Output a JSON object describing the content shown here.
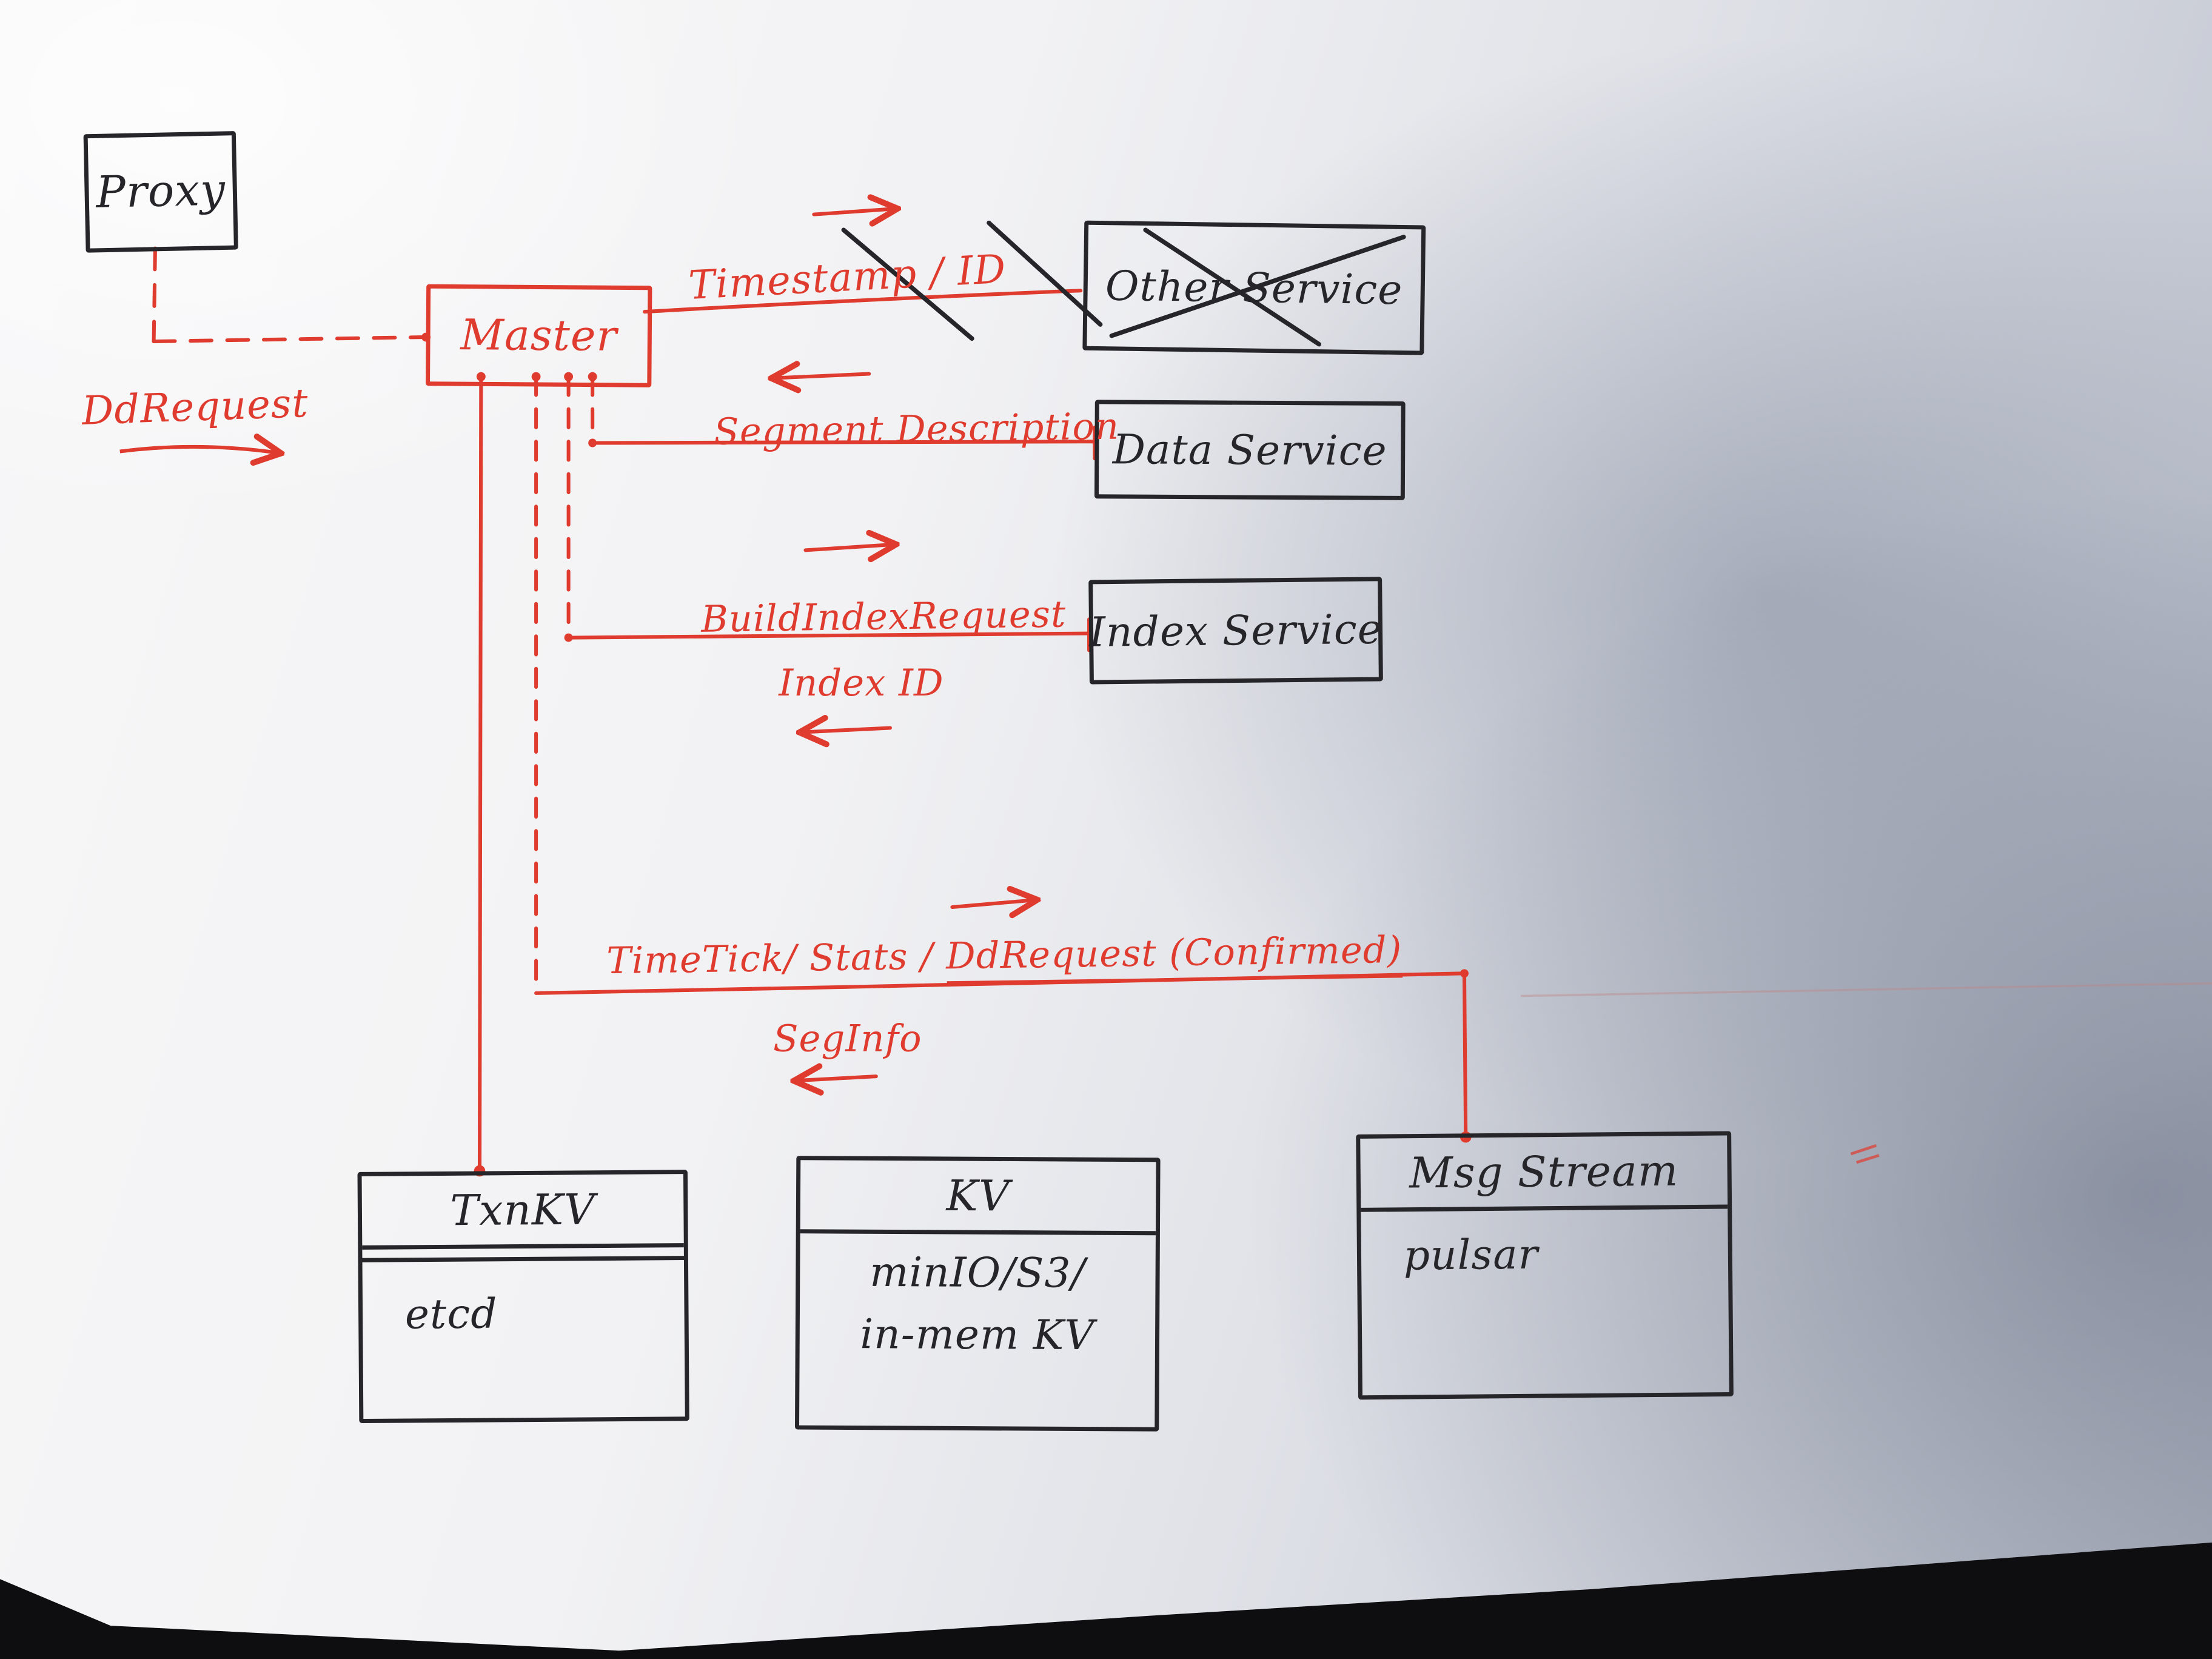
{
  "nodes": {
    "proxy": {
      "label": "Proxy"
    },
    "master": {
      "label": "Master"
    },
    "other_service": {
      "label": "Other Service",
      "crossed_out": "true"
    },
    "data_service": {
      "label": "Data Service"
    },
    "index_service": {
      "label": "Index Service"
    },
    "txn_kv": {
      "title": "TxnKV",
      "impl": "etcd"
    },
    "kv": {
      "title": "KV",
      "impl_line1": "minIO/S3/",
      "impl_line2": "in-mem KV"
    },
    "msg_stream": {
      "title": "Msg Stream",
      "impl": "pulsar"
    }
  },
  "edges": {
    "dd_request": {
      "label": "DdRequest"
    },
    "timestamp_id": {
      "label": "Timestamp / ID",
      "crossed_out": "true"
    },
    "segment_description": {
      "label": "Segment Description"
    },
    "build_index_request": {
      "label": "BuildIndexRequest"
    },
    "index_id": {
      "label": "Index ID"
    },
    "timetick": {
      "label_part1": "TimeTick/ Stats / ",
      "label_part2": "DdRequest (Confirmed)"
    },
    "seg_info": {
      "label": "SegInfo"
    }
  },
  "colors": {
    "ink_black": "#26262a",
    "ink_red": "#df3b2e"
  }
}
